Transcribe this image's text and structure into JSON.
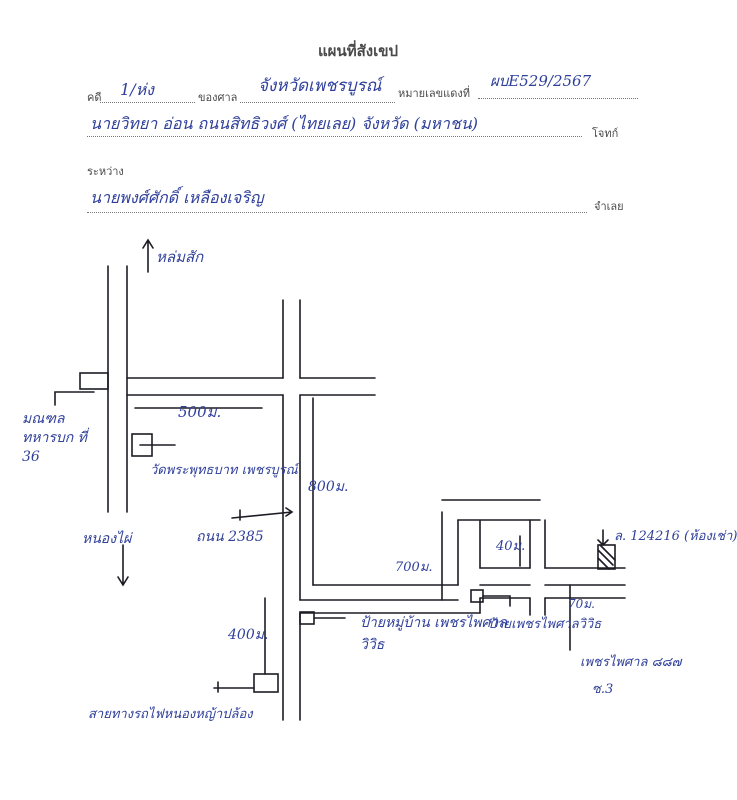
{
  "form": {
    "title": "แผนที่สังเขป",
    "label_court_case": "คดี",
    "court_case_value": "1/ห่ง",
    "label_of_court": "ของศาล",
    "court_name_value": "จังหวัดเพชรบูรณ์",
    "label_notice_no": "หมายเลขแดงที่",
    "notice_no_value": "ผบE529/2567",
    "defendant_address_value": "นายวิทยา อ่อน ถนนสิทธิวงศ์ (ไทยเลย) จังหวัด (มหาชน)",
    "label_plaintiff": "โจทก์",
    "label_between": "ระหว่าง",
    "between_value": "นายพงศ์ศักดิ์ เหลืองเจริญ",
    "label_defendant": "จำเลย"
  },
  "map": {
    "north_label": "หล่มสัก",
    "left_landmark": "มณฑล ทหารบก ที่ 36",
    "temple_label": "วัดพระพุทธบาท เพชรบูรณ์",
    "distance_500": "500ม.",
    "distance_800": "800ม.",
    "south_label": "หนองไผ่",
    "road_label": "ถนน 2385",
    "distance_400": "400ม.",
    "distance_700": "700ม.",
    "distance_40": "40ม.",
    "distance_70": "70ม.",
    "village_sign": "ป้ายหมู่บ้าน เพชรไพศาลวิวิธ",
    "village_sign2": "ป้ายเพชรไพศาลวิวิธ",
    "village_name": "เพชรไพศาล ๘๘๗",
    "soi_label": "ซ.3",
    "target_label": "ล. 124216 (ห้องเช่า)",
    "bottom_label": "สายทางรถไฟหนองหญ้าปล้อง"
  },
  "colors": {
    "ink": "#2f3f9a",
    "print": "#4a4a4a",
    "road": "#1c1c24"
  }
}
